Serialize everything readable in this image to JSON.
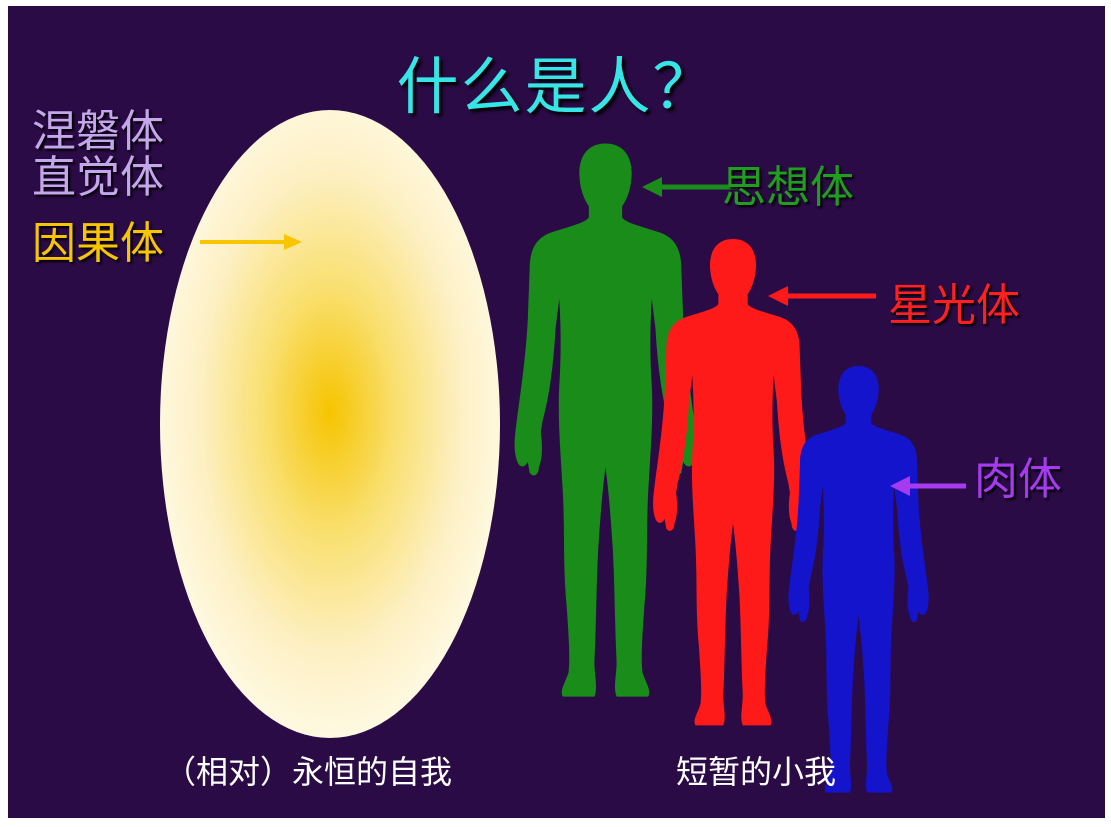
{
  "title": "什么是人？",
  "labels": {
    "nirvanic_body": "涅磐体",
    "intuitional_body": "直觉体",
    "causal_body": "因果体",
    "mental_body": "思想体",
    "astral_body": "星光体",
    "physical_body": "肉体"
  },
  "captions": {
    "eternal_self": "（相对）永恒的自我",
    "transient_self": "短暂的小我"
  },
  "colors": {
    "background": "#2a0b45",
    "title": "#36e6e6",
    "higher_bodies": "#c4a6ea",
    "causal": "#f7c600",
    "mental": "#1a8c1a",
    "astral": "#ff1a1a",
    "physical": "#1414cc"
  }
}
